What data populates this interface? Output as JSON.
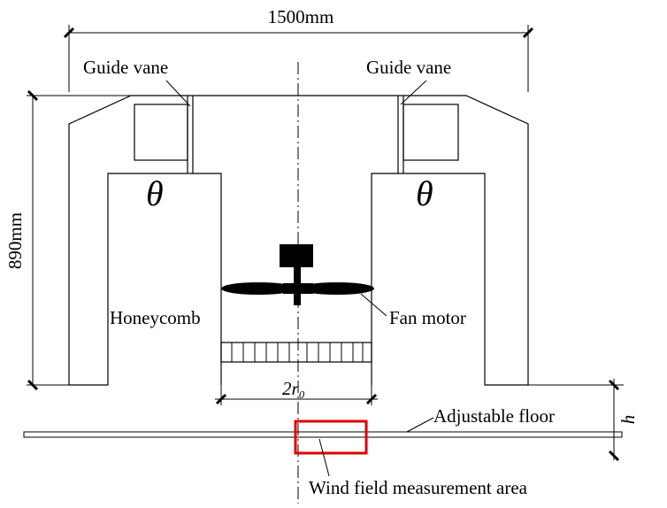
{
  "labels": {
    "guide_vane_left": "Guide vane",
    "guide_vane_right": "Guide vane",
    "theta_left": "θ",
    "theta_right": "θ",
    "honeycomb": "Honeycomb",
    "fan_motor": "Fan motor",
    "adjustable_floor": "Adjustable floor",
    "wind_field": "Wind field measurement area"
  },
  "dimensions": {
    "width": "1500mm",
    "height": "890mm",
    "diameter": "2r₀",
    "h": "h"
  },
  "colors": {
    "line": "#000000",
    "measurement_area": "#e00000",
    "background": "#ffffff"
  }
}
